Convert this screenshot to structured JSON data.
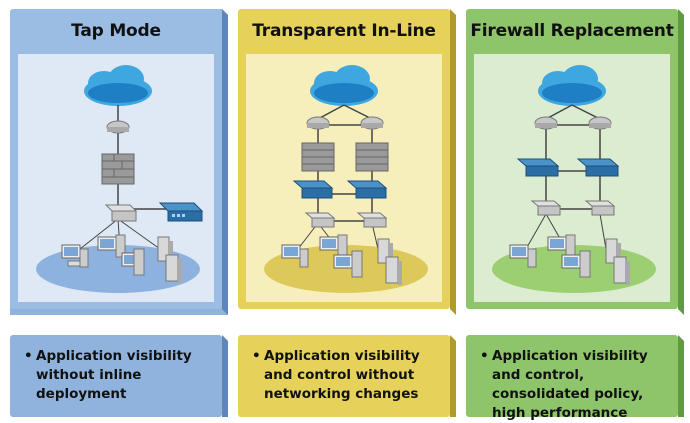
{
  "colors": {
    "blue": "#7fa9da",
    "yellow": "#e6d25a",
    "green": "#8ec46a"
  },
  "panels": [
    {
      "id": "tap",
      "title": "Tap Mode",
      "description": "Application visibility without inline deployment",
      "bullet": "•"
    },
    {
      "id": "transparent",
      "title": "Transparent In-Line",
      "description": "Application visibility and control without networking changes",
      "bullet": "•"
    },
    {
      "id": "firewall",
      "title": "Firewall Replacement",
      "description": "Application visibility and control, consolidated policy, high performance",
      "bullet": "•"
    }
  ]
}
